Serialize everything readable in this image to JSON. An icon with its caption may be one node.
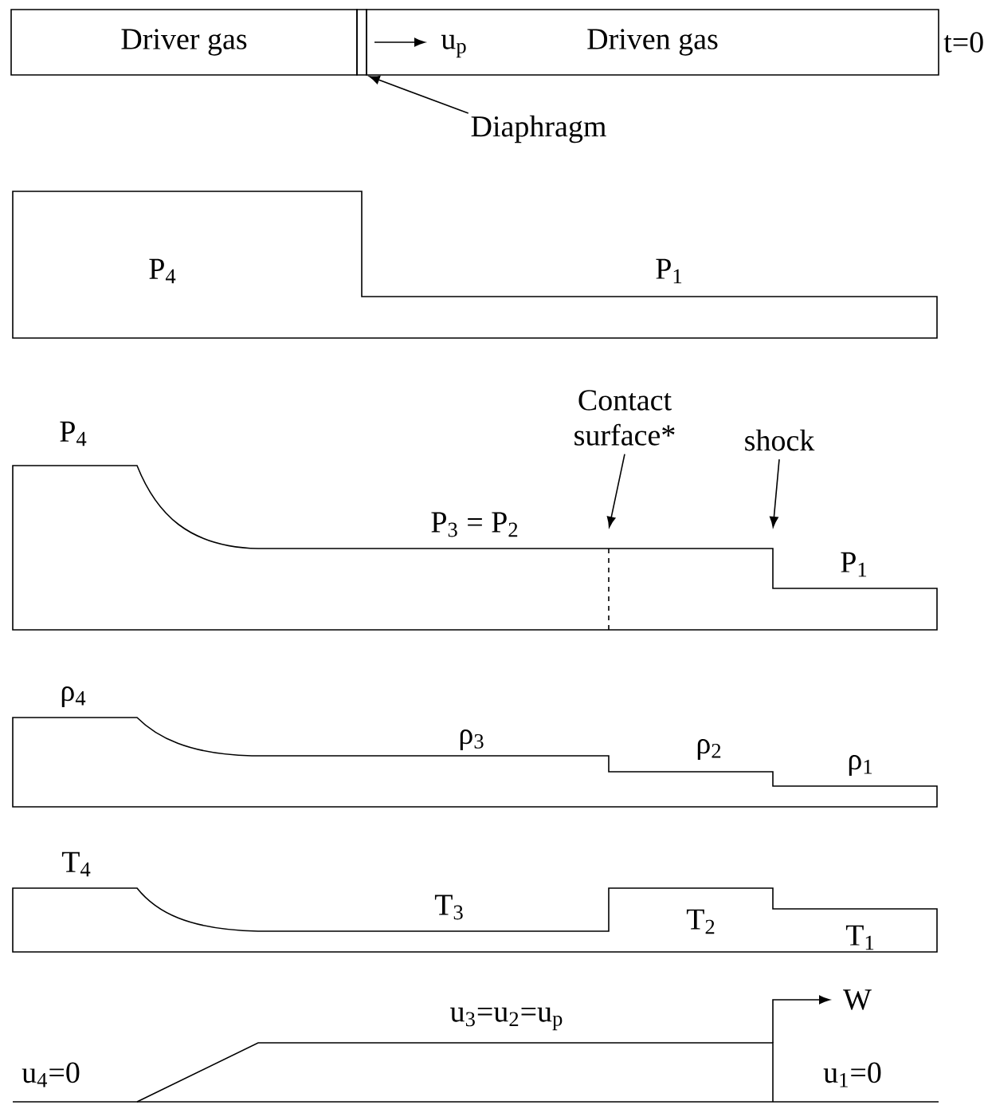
{
  "diagram": {
    "nodes": [
      {
        "text": [
          "Driver gas"
        ]
      },
      {
        "text": [
          "Driven gas"
        ],
        "beside": [
          "t=0"
        ]
      },
      {
        "text": [],
        "shape": "bar"
      },
      {
        "text": [
          "Diaphragm"
        ]
      },
      {
        "text": [
          "Contact surface*"
        ]
      },
      {
        "text": [
          "shock"
        ]
      }
    ],
    "edges": [
      {
        "from": 3,
        "to": 2,
        "arrow": "to"
      },
      {
        "from": 4,
        "to": null,
        "arrow": "to"
      },
      {
        "from": 5,
        "to": null,
        "arrow": "to"
      }
    ],
    "labels": [
      "u$_{p}$",
      "P$_{4}$",
      "P$_{1}$",
      "P$_{4}$",
      "P$_{3}$ = P$_{2}$",
      "P$_{1}$",
      "ρ$_{4}$",
      "ρ$_{3}$",
      "ρ$_{2}$",
      "ρ$_{1}$",
      "T$_{4}$",
      "T$_{3}$",
      "T$_{2}$",
      "T$_{1}$",
      "W",
      "u$_{3}$=u$_{2}$=u$_{p}$",
      "u$_{4}$=0",
      "u$_{1}$=0"
    ]
  }
}
